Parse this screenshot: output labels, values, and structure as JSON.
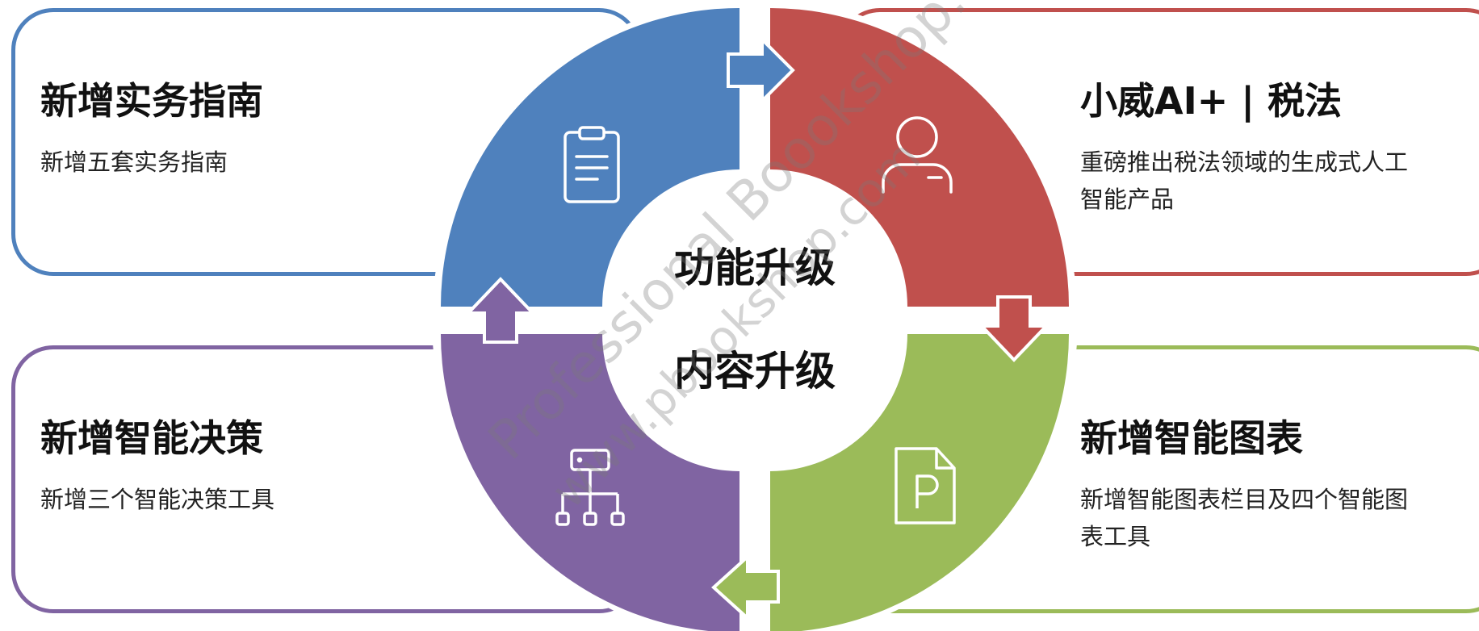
{
  "center": {
    "line1": "功能升级",
    "line2": "内容升级"
  },
  "quadrants": {
    "top_left": {
      "title": "新增实务指南",
      "desc": "新增五套实务指南",
      "color": "#4F81BD",
      "icon": "clipboard-icon"
    },
    "top_right": {
      "title": "小威AI+ | 税法",
      "desc_line1": "重磅推出税法领域的生成式人工",
      "desc_line2": "智能产品",
      "color": "#C0504D",
      "icon": "user-icon"
    },
    "bottom_left": {
      "title": "新增智能决策",
      "desc": "新增三个智能决策工具",
      "color": "#8064A2",
      "icon": "org-chart-icon"
    },
    "bottom_right": {
      "title": "新增智能图表",
      "desc_line1": "新增智能图表栏目及四个智能图",
      "desc_line2": "表工具",
      "color": "#9BBB59",
      "icon": "p-file-icon"
    }
  },
  "watermark": {
    "line1": "Professional Boookshop.com",
    "line2": "www.pbookshop.com"
  }
}
